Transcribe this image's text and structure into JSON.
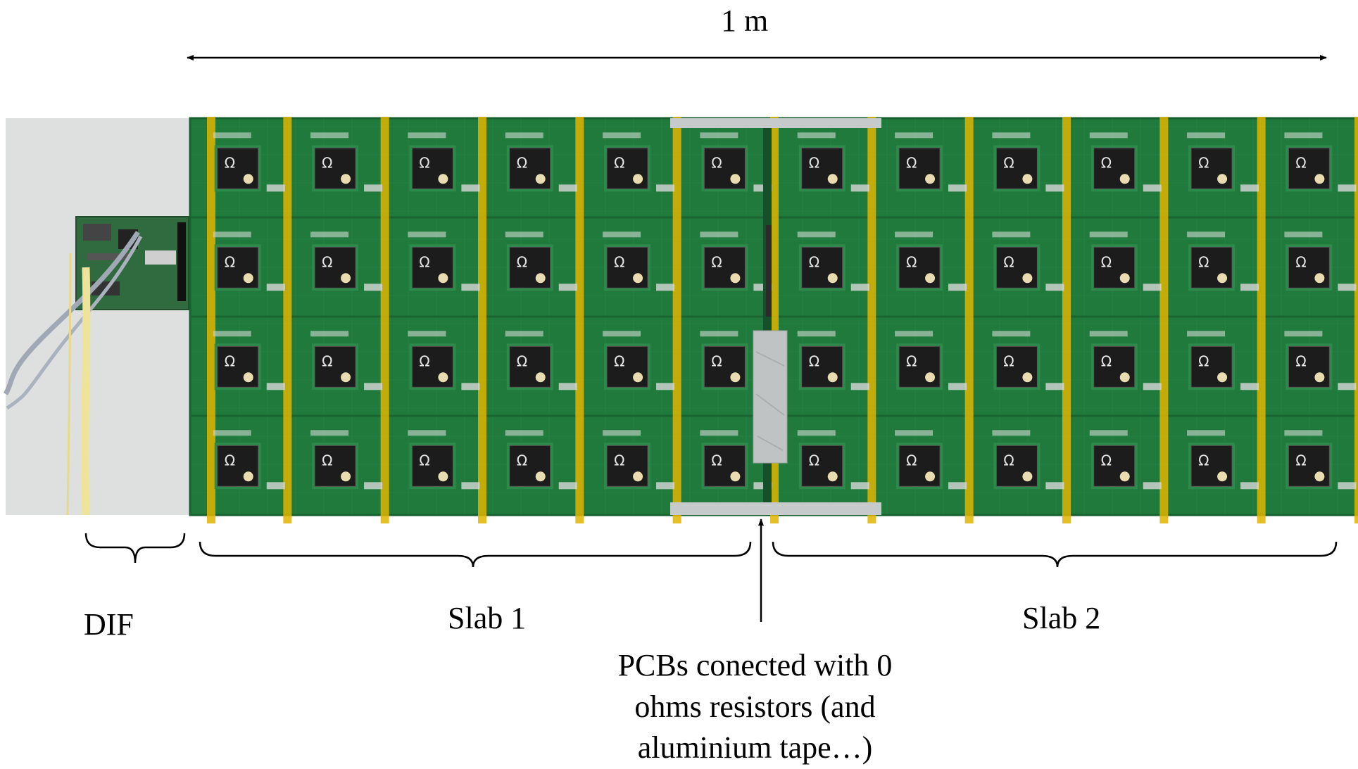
{
  "labels": {
    "dimension": "1 m",
    "dif": "DIF",
    "slab1": "Slab 1",
    "slab2": "Slab 2",
    "caption_lines": [
      "PCBs conected with 0",
      "ohms resistors (and",
      "aluminium tape…)"
    ]
  },
  "board": {
    "columns": 12,
    "rows": 4,
    "chip_logo": "Ω",
    "pcb_color": "#1f7a3c",
    "tape_color": "#e0b400",
    "chip_color": "#1c1c1c",
    "aluminium_color": "#bfc3c4"
  }
}
